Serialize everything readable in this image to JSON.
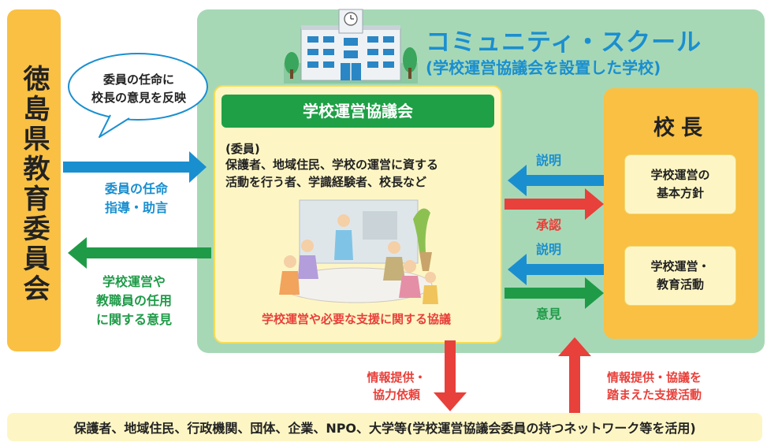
{
  "community_school": {
    "title": "コミュニティ・スクール",
    "subtitle": "(学校運営協議会を設置した学校)"
  },
  "board_of_education": {
    "label": "徳島県教育委員会"
  },
  "speech_bubble": {
    "line1": "委員の任命に",
    "line2": "校長の意見を反映"
  },
  "left_arrows": {
    "appointment_line1": "委員の任命",
    "appointment_line2": "指導・助言",
    "opinion_line1": "学校運営や",
    "opinion_line2": "教職員の任用",
    "opinion_line3": "に関する意見"
  },
  "council": {
    "header": "学校運営協議会",
    "members_label": "(委員)",
    "members_line1": "保護者、地域住民、学校の運営に資する",
    "members_line2": "活動を行う者、学識経験者、校長など",
    "deliberation": "学校運営や必要な支援に関する協議"
  },
  "middle_arrows": {
    "explain_1": "説明",
    "approve": "承認",
    "explain_2": "説明",
    "opinion": "意見"
  },
  "principal": {
    "title": "校長",
    "policy_line1": "学校運営の",
    "policy_line2": "基本方針",
    "activity_line1": "学校運営・",
    "activity_line2": "教育活動"
  },
  "bottom_arrows": {
    "info_line1": "情報提供・",
    "info_line2": "協力依頼",
    "support_line1": "情報提供・協議を",
    "support_line2": "踏まえた支援活動"
  },
  "community": {
    "label": "保護者、地域住民、行政機関、団体、企業、NPO、大学等(学校運営協議会委員の持つネットワーク等を活用)"
  },
  "colors": {
    "blue": "#1a8fd0",
    "green": "#1f9b48",
    "red": "#e8403a",
    "orange": "#f9c043",
    "board_green": "#a7d8b6",
    "cream": "#fdf6c4"
  }
}
